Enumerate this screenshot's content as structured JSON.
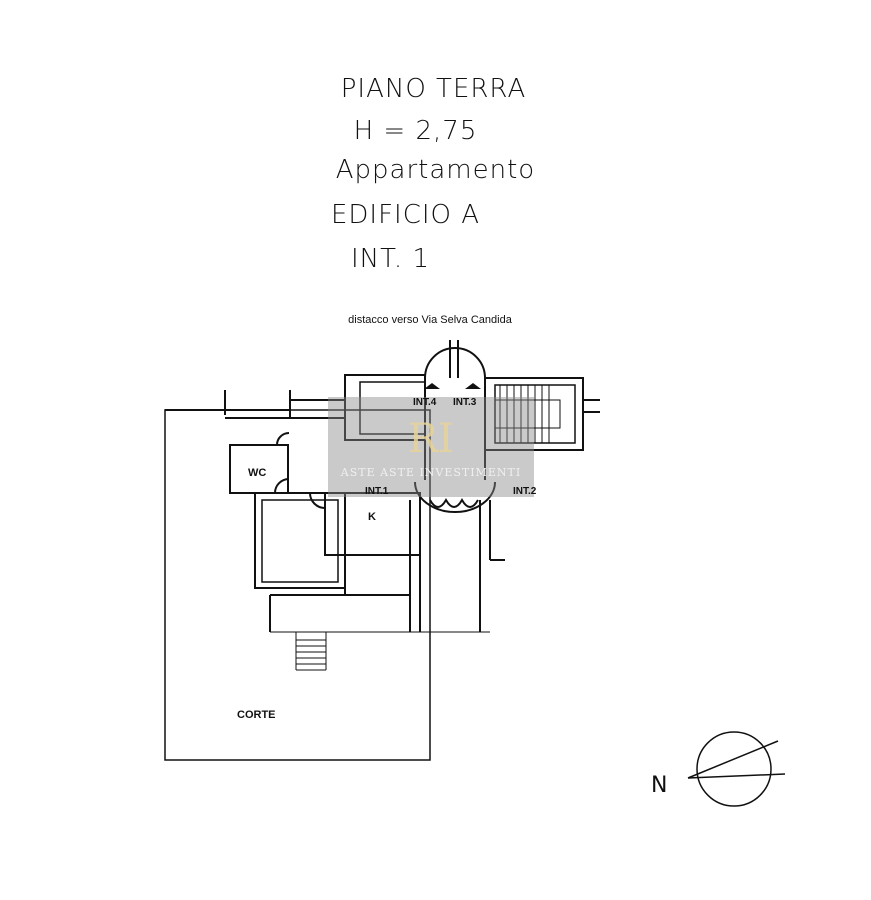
{
  "header": {
    "line1": "PIANO TERRA",
    "line2": "H = 2,75",
    "line3": "Appartamento",
    "line4": "EDIFICIO A",
    "line5": "INT. 1"
  },
  "plan": {
    "street_note": "distacco verso Via Selva Candida",
    "rooms": {
      "wc": "WC",
      "kitchen": "K",
      "courtyard": "CORTE"
    },
    "units": {
      "int1": "INT.1",
      "int2": "INT.2",
      "int3": "INT.3",
      "int4": "INT.4"
    },
    "north": "N"
  },
  "watermark": {
    "text": "ASTE ASTE INVESTIMENTI",
    "monogram": "RI"
  }
}
